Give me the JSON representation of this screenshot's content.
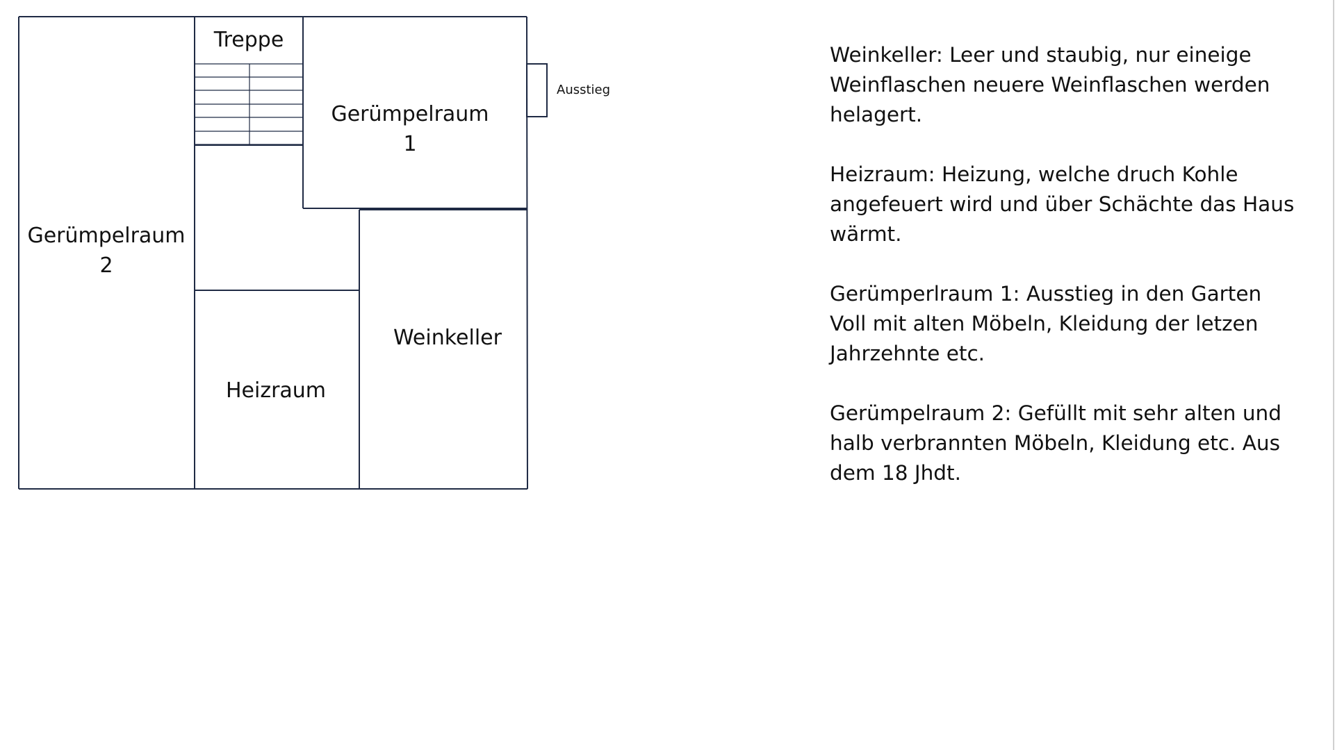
{
  "floorplan": {
    "rooms": {
      "storage_2": {
        "line1": "Gerümpelraum",
        "line2": "2"
      },
      "stairs": "Treppe",
      "storage_1": {
        "line1": "Gerümpelraum",
        "line2": "1"
      },
      "exit": "Ausstieg",
      "wine_cellar": "Weinkeller",
      "boiler_room": "Heizraum"
    },
    "colors": {
      "walls": "#1f2a44",
      "text": "#111111"
    }
  },
  "notes": [
    "Weinkeller: Leer und staubig, nur eineige Weinflaschen neuere Weinflaschen werden helagert.",
    "Heizraum: Heizung, welche druch Kohle angefeuert wird und über Schächte das Haus wärmt.",
    "Gerümperlraum 1: Ausstieg in den Garten\nVoll mit alten Möbeln, Kleidung der letzen Jahrzehnte etc.",
    "Gerümpelraum 2: Gefüllt mit sehr alten und halb verbrannten Möbeln, Kleidung etc. Aus dem 18 Jhdt."
  ]
}
